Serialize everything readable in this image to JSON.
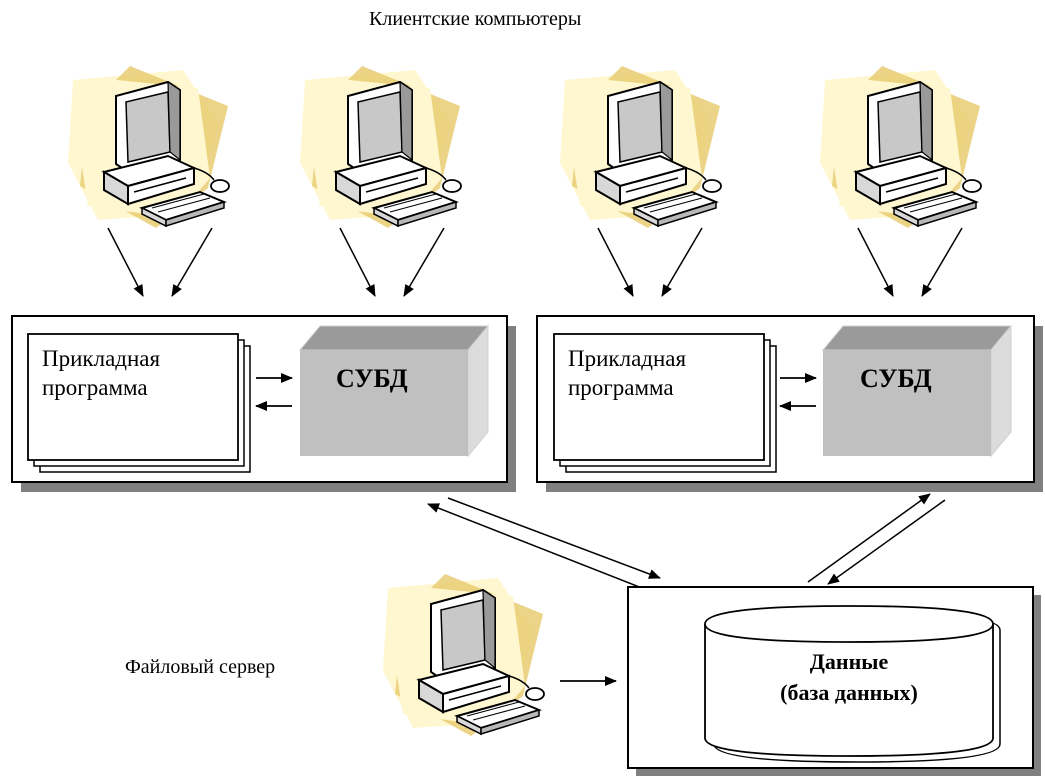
{
  "diagram": {
    "title": "Клиентские компьютеры",
    "client_count": 4,
    "server_label": "Файловый сервер",
    "app_blocks": [
      {
        "app_line1": "Прикладная",
        "app_line2": "программа",
        "dbms": "СУБД"
      },
      {
        "app_line1": "Прикладная",
        "app_line2": "программа",
        "dbms": "СУБД"
      }
    ],
    "database": {
      "line1": "Данные",
      "line2": "(база данных)"
    }
  },
  "colors": {
    "shadow": "#808080",
    "dbms_front": "#c0c0c0",
    "dbms_top": "#9a9a9a",
    "dbms_side": "#dcdcdc",
    "starburst_back": "#fff7d0",
    "starburst_front": "#e8cc72",
    "monitor_screen": "#c8c8c8"
  },
  "icons": [
    "computer-icon",
    "starburst-icon",
    "arrow-icon"
  ]
}
